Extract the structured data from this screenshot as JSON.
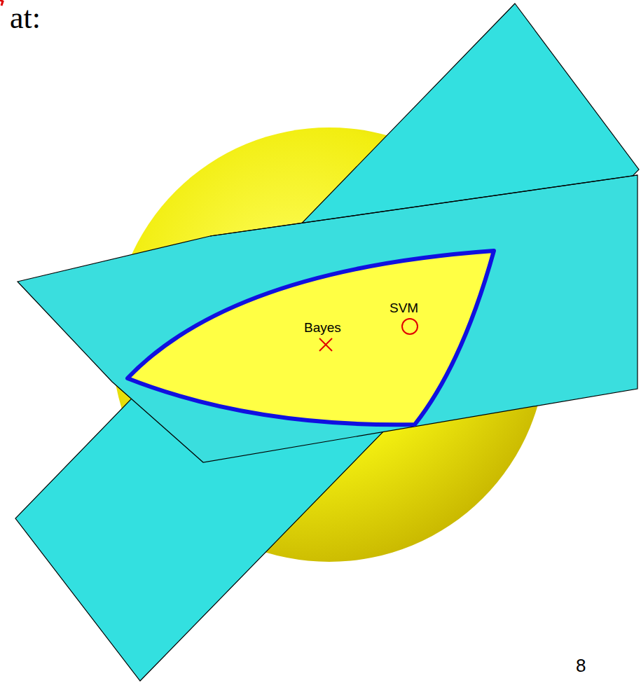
{
  "diagram": {
    "labels": [
      "at:",
      "Bayes",
      "SVM",
      "8"
    ]
  }
}
